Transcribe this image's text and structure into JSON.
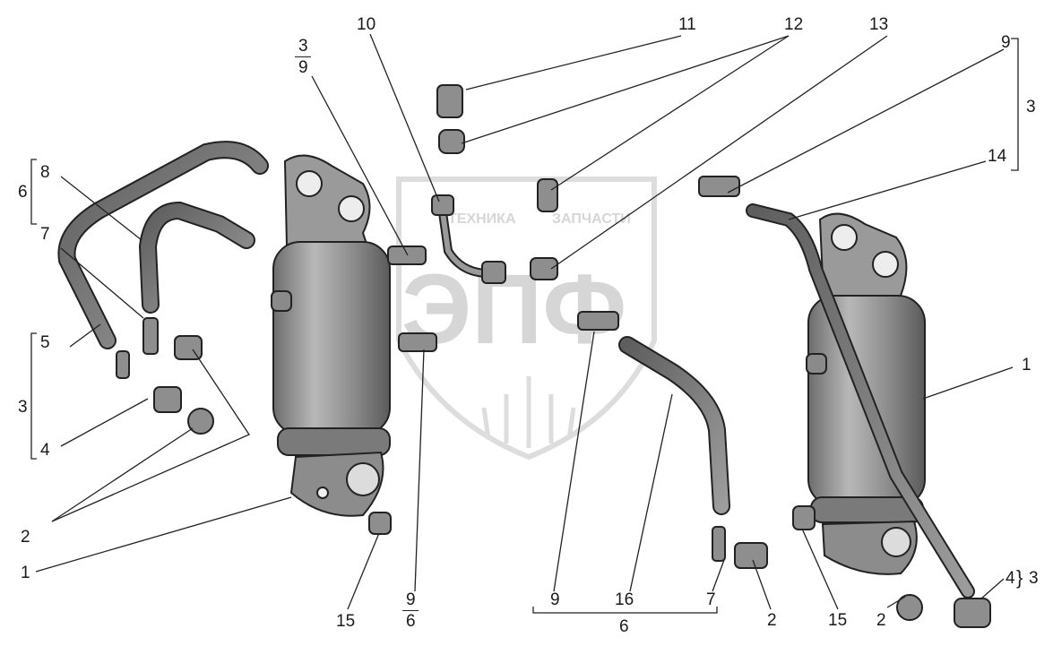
{
  "watermark": {
    "brand": "ЭПФ",
    "left_word": "ТЕХНИКА",
    "right_word": "ЗАПЧАСТИ"
  },
  "labels": {
    "n1_left": "1",
    "n2_left": "2",
    "n3_left": "3",
    "n4_left": "4",
    "n5_left": "5",
    "n6_left": "6",
    "n7_left": "7",
    "n8_left": "8",
    "frac_top_num": "3",
    "frac_top_den": "9",
    "n10": "10",
    "n11": "11",
    "n12": "12",
    "n13": "13",
    "n9_right_top": "9",
    "n3_right_top": "3",
    "n14": "14",
    "n1_right": "1",
    "n15_left": "15",
    "frac_bottom_num": "9",
    "frac_bottom_den": "6",
    "n9_bottom": "9",
    "n16": "16",
    "n7_bottom": "7",
    "n6_bottom": "6",
    "n2_bottom_mid": "2",
    "n15_right": "15",
    "n2_bottom_right": "2",
    "n4_right": "4",
    "n3_right": "3"
  }
}
